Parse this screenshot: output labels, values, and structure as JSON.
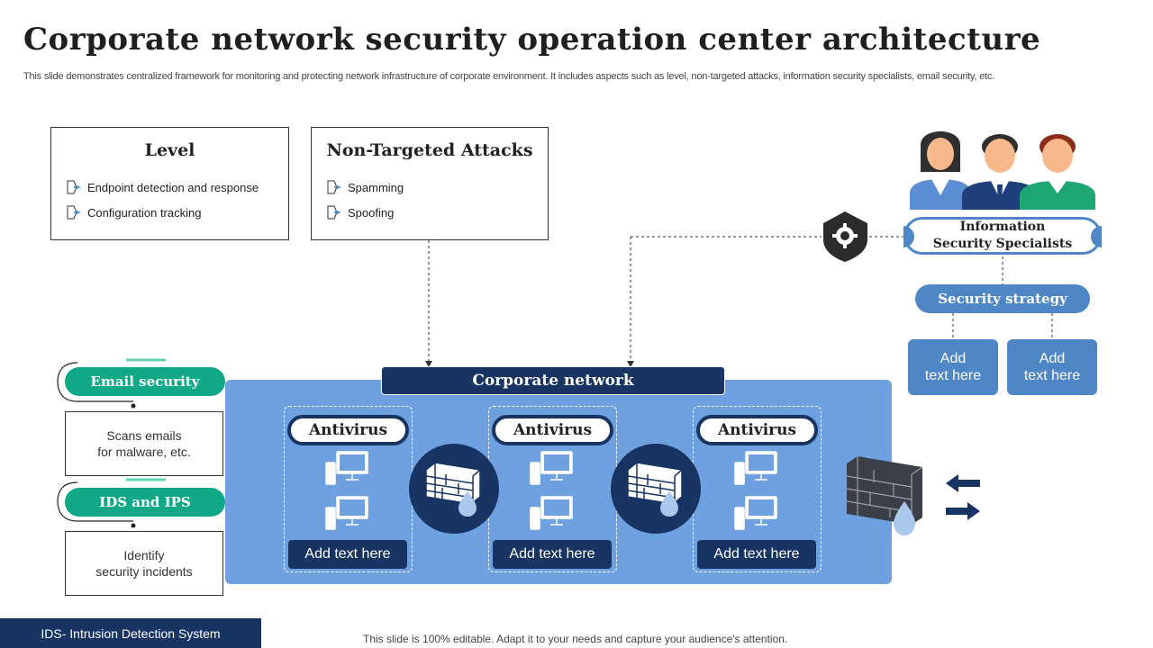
{
  "header": {
    "title": "Corporate network security operation center architecture",
    "subtitle": "This slide demonstrates centralized framework for monitoring and protecting network infrastructure of corporate environment. It includes aspects such as level, non-targeted attacks, information security specialists, email security, etc."
  },
  "level_box": {
    "title": "Level",
    "items": [
      "Endpoint detection and response",
      "Configuration  tracking"
    ]
  },
  "attacks_box": {
    "title": "Non-Targeted Attacks",
    "items": [
      "Spamming",
      "Spoofing"
    ]
  },
  "specialists": {
    "title_line1": "Information",
    "title_line2": "Security Specialists",
    "strategy": "Security strategy",
    "add_boxes": [
      {
        "line1": "Add",
        "line2": "text here"
      },
      {
        "line1": "Add",
        "line2": "text here"
      }
    ]
  },
  "network": {
    "label": "Corporate network",
    "segments": [
      {
        "title": "Antivirus",
        "text": "Add text here"
      },
      {
        "title": "Antivirus",
        "text": "Add text here"
      },
      {
        "title": "Antivirus",
        "text": "Add text here"
      }
    ]
  },
  "sidebar": {
    "email": {
      "label": "Email security",
      "desc_line1": "Scans emails",
      "desc_line2": "for malware, etc."
    },
    "ids": {
      "label": "IDS and IPS",
      "desc_line1": "Identify",
      "desc_line2": "security incidents"
    }
  },
  "footer": {
    "legend": "IDS- Intrusion Detection System",
    "note": "This slide is 100% editable. Adapt it to your needs and capture your audience's attention."
  },
  "colors": {
    "navy": "#173463",
    "panel_blue": "#6fa0e0",
    "accent_blue": "#4f87c6",
    "teal": "#11a888"
  },
  "icons": [
    "document-bullet-icon",
    "computer-icon",
    "firewall-icon",
    "water-drop-icon",
    "gear-shield-icon",
    "people-icon",
    "arrow-left-icon",
    "arrow-right-icon"
  ]
}
